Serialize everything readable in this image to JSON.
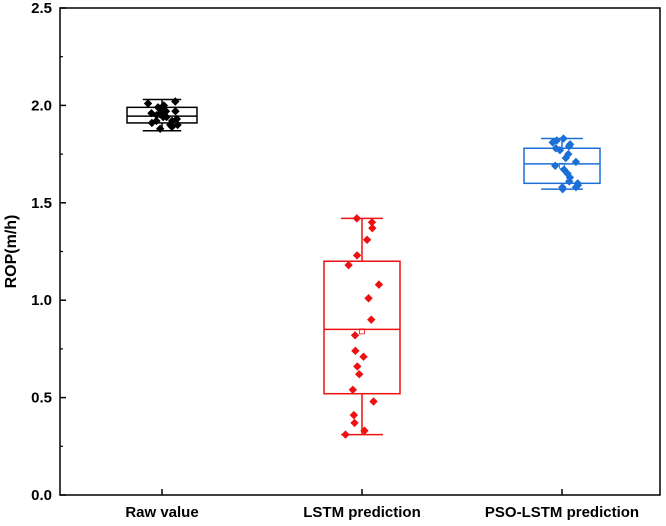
{
  "chart_data": {
    "type": "box",
    "title": "",
    "xlabel": "",
    "ylabel": "ROP(m/h)",
    "ylim": [
      0,
      2.5
    ],
    "yticks": [
      "0.0",
      "0.5",
      "1.0",
      "1.5",
      "2.0",
      "2.5"
    ],
    "grid": false,
    "legend": "none",
    "categories": [
      "Raw value",
      "LSTM prediction",
      "PSO-LSTM prediction"
    ],
    "series": [
      {
        "category": "Raw value",
        "color": "#000000",
        "box": {
          "whisker_low": 1.87,
          "q1": 1.91,
          "median": 1.945,
          "q3": 1.99,
          "whisker_high": 2.03,
          "mean": 1.95
        },
        "points": [
          2.02,
          2.01,
          2.0,
          1.99,
          1.98,
          1.97,
          1.96,
          1.95,
          1.94,
          1.93,
          1.92,
          1.91,
          1.9,
          1.89,
          1.88,
          1.97,
          1.96,
          1.94,
          1.92,
          1.9
        ]
      },
      {
        "category": "LSTM prediction",
        "color": "#ee1111",
        "box": {
          "whisker_low": 0.31,
          "q1": 0.52,
          "median": 0.85,
          "q3": 1.2,
          "whisker_high": 1.42,
          "mean": 0.84
        },
        "points": [
          1.42,
          1.4,
          1.37,
          1.31,
          1.23,
          1.18,
          1.08,
          1.01,
          0.9,
          0.82,
          0.74,
          0.71,
          0.66,
          0.62,
          0.54,
          0.48,
          0.41,
          0.37,
          0.33,
          0.31
        ]
      },
      {
        "category": "PSO-LSTM prediction",
        "color": "#1c6fd6",
        "box": {
          "whisker_low": 1.57,
          "q1": 1.6,
          "median": 1.7,
          "q3": 1.78,
          "whisker_high": 1.83,
          "mean": 1.69
        },
        "points": [
          1.83,
          1.82,
          1.81,
          1.8,
          1.78,
          1.77,
          1.75,
          1.73,
          1.71,
          1.69,
          1.67,
          1.65,
          1.63,
          1.61,
          1.6,
          1.59,
          1.58,
          1.58,
          1.57,
          1.79
        ]
      }
    ]
  }
}
